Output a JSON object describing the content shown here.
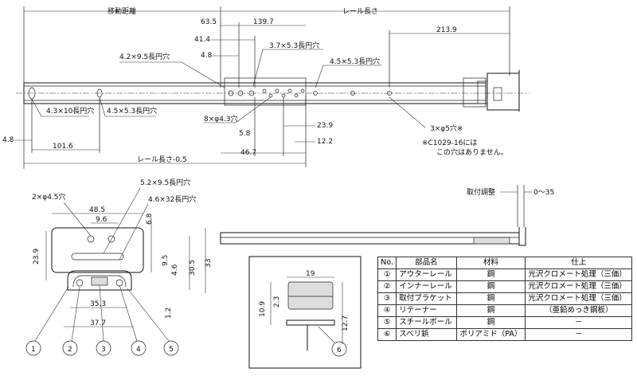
{
  "top_view": {
    "dims": {
      "travel": "移動距離",
      "rail_length": "レール長さ",
      "d63_5": "63.5",
      "d139_7": "139.7",
      "d41_4": "41.4",
      "d3_7x5_3": "3.7×5.3長円穴",
      "d4_2x9_5": "4.2×9.5長円穴",
      "d4_8": "4.8",
      "d4_5x5_3": "4.5×5.3長円穴",
      "d213_9": "213.9",
      "d4_3x10": "4.3×10長円穴",
      "d4_5x5_3b": "4.5×5.3長円穴",
      "d8_4_3": "8×φ4.3穴",
      "d5_8": "5.8",
      "d23_9": "23.9",
      "d3_5": "3×φ5穴※",
      "note_line1": "※C1029-16には",
      "note_line2": "この穴はありません。",
      "d4_8b": "4.8",
      "d101_6": "101.6",
      "d12_2": "12.2",
      "d46_7": "46.7",
      "rail_minus": "レール長さ-0.5"
    }
  },
  "section_view": {
    "dims": {
      "d2_4_5": "2×φ4.5穴",
      "d5_2x9_5": "5.2×9.5長円穴",
      "d4_6x32": "4.6×32長円穴",
      "d48_5": "48.5",
      "d9_6": "9.6",
      "d6_8": "6.8",
      "d23_9": "23.9",
      "d9_5": "9.5",
      "d4_6": "4.6",
      "d30_5": "30.5",
      "d33": "33",
      "d35_3": "35.3",
      "d1_2": "1.2",
      "d37_7": "37.7"
    },
    "callouts": [
      "1",
      "2",
      "3",
      "4",
      "5"
    ]
  },
  "side_view": {
    "adjust_label": "取付調整",
    "adjust_range": "0～35"
  },
  "retainer_detail": {
    "d19": "19",
    "d10_9": "10.9",
    "d2_3": "2.3",
    "d12_7": "12.7",
    "callout": "6"
  },
  "parts_table": {
    "headers": [
      "No.",
      "部品名",
      "材料",
      "仕上"
    ],
    "rows": [
      [
        "①",
        "アウターレール",
        "鋼",
        "光沢クロメート処理（三価）"
      ],
      [
        "②",
        "インナーレール",
        "鋼",
        "光沢クロメート処理（三価）"
      ],
      [
        "③",
        "取付ブラケット",
        "鋼",
        "光沢クロメート処理（三価）"
      ],
      [
        "④",
        "リテーナー",
        "鋼",
        "（亜鉛めっき鋼板）"
      ],
      [
        "⑤",
        "スチールボール",
        "鋼",
        "－"
      ],
      [
        "⑥",
        "スベリ鋲",
        "ポリアミド（PA）",
        "－"
      ]
    ]
  }
}
